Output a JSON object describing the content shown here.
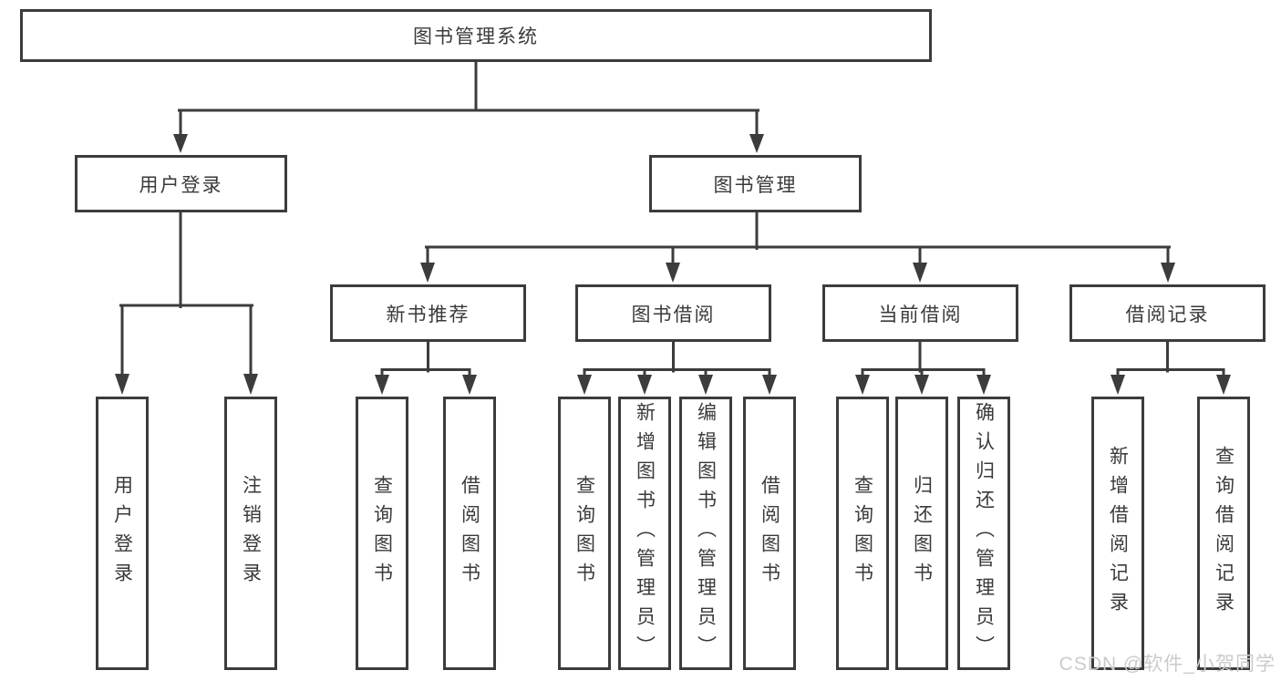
{
  "colors": {
    "line": "#3c3c3c",
    "node_border": "#3c3c3c",
    "node_text": "#3a3a3a",
    "background": "#ffffff",
    "watermark_text": "#cbcbcb"
  },
  "nodes": {
    "root": "图书管理系统",
    "level2": [
      "用户登录",
      "图书管理"
    ],
    "level3": [
      "新书推荐",
      "图书借阅",
      "当前借阅",
      "借阅记录"
    ],
    "leaves": {
      "user_login": [
        "用户登录",
        "注销登录"
      ],
      "new_books": [
        "查询图书",
        "借阅图书"
      ],
      "book_borrow": [
        "查询图书",
        "新增图书（管理员）",
        "编辑图书（管理员）",
        "借阅图书"
      ],
      "current_borrow": [
        "查询图书",
        "归还图书",
        "确认归还（管理员）"
      ],
      "borrow_records": [
        "新增借阅记录",
        "查询借阅记录"
      ]
    }
  },
  "hierarchy": {
    "图书管理系统": [
      "用户登录",
      "图书管理"
    ],
    "用户登录": [
      "用户登录",
      "注销登录"
    ],
    "图书管理": [
      "新书推荐",
      "图书借阅",
      "当前借阅",
      "借阅记录"
    ],
    "新书推荐": [
      "查询图书",
      "借阅图书"
    ],
    "图书借阅": [
      "查询图书",
      "新增图书（管理员）",
      "编辑图书（管理员）",
      "借阅图书"
    ],
    "当前借阅": [
      "查询图书",
      "归还图书",
      "确认归还（管理员）"
    ],
    "借阅记录": [
      "新增借阅记录",
      "查询借阅记录"
    ]
  },
  "watermark": "CSDN @软件_小贺同学"
}
